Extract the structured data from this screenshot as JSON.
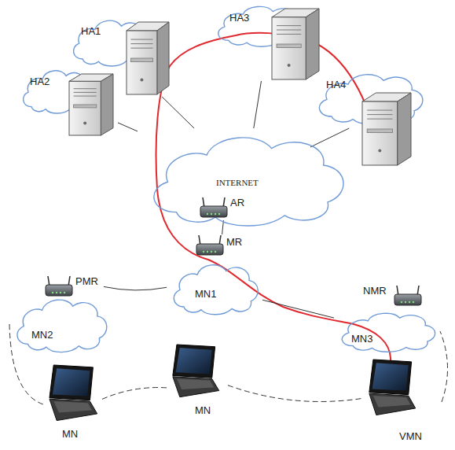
{
  "diagram": {
    "nodes": [
      {
        "text": [
          "HA1"
        ]
      },
      {
        "text": [
          "HA2"
        ]
      },
      {
        "text": [
          "HA3"
        ]
      },
      {
        "text": [
          "HA4"
        ]
      },
      {
        "text": [
          "INTERNET"
        ]
      },
      {
        "text": [
          "AR"
        ]
      },
      {
        "text": [
          "MR"
        ]
      },
      {
        "text": [
          "MN1"
        ]
      },
      {
        "text": [
          "PMR"
        ]
      },
      {
        "text": [
          "MN2"
        ]
      },
      {
        "text": [
          "NMR"
        ]
      },
      {
        "text": [
          "MN3"
        ]
      },
      {
        "text": [
          "MN"
        ]
      },
      {
        "text": [
          "MN"
        ]
      },
      {
        "text": [
          "VMN"
        ]
      }
    ],
    "edges": [
      {
        "from": 0,
        "to": 4,
        "arrow": "none"
      },
      {
        "from": 1,
        "to": 4,
        "arrow": "none"
      },
      {
        "from": 2,
        "to": 4,
        "arrow": "none"
      },
      {
        "from": 3,
        "to": 4,
        "arrow": "none"
      },
      {
        "from": 5,
        "to": 6,
        "arrow": "none"
      },
      {
        "from": 8,
        "to": 7,
        "arrow": "none"
      },
      {
        "from": 7,
        "to": 11,
        "arrow": "none"
      },
      {
        "from": 9,
        "to": 12,
        "arrow": "none"
      },
      {
        "from": 12,
        "to": 13,
        "arrow": "none"
      },
      {
        "from": 13,
        "to": 14,
        "arrow": "none"
      },
      {
        "from": 14,
        "to": 11,
        "arrow": "none"
      }
    ]
  }
}
